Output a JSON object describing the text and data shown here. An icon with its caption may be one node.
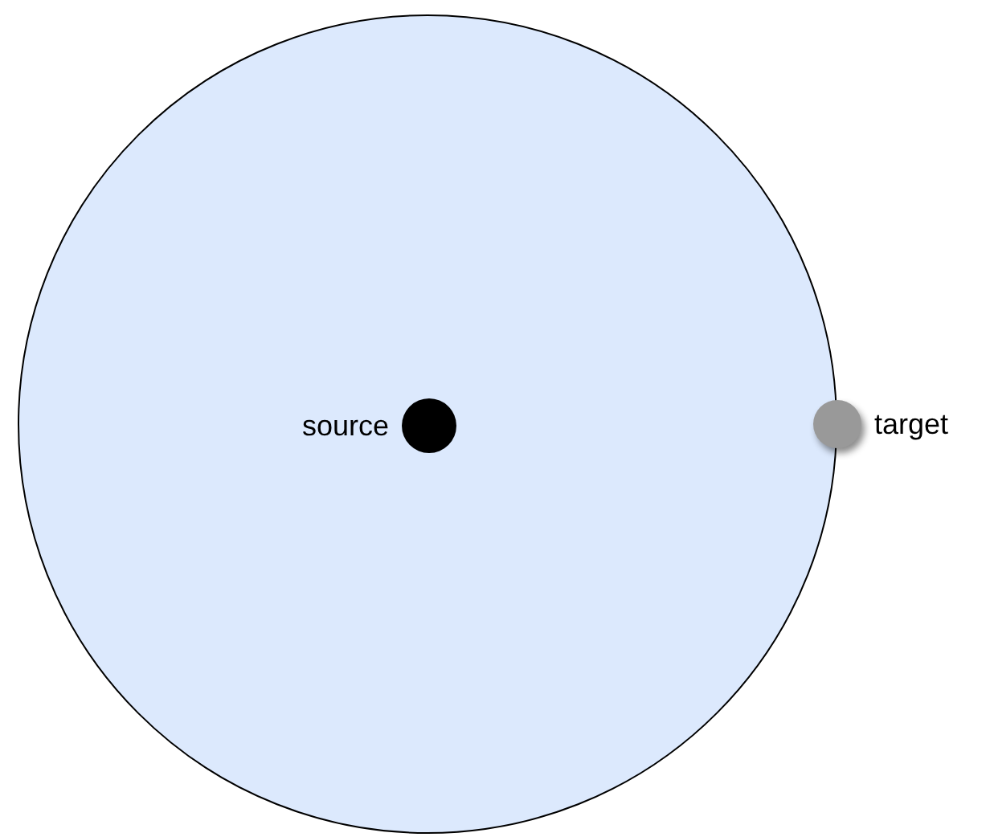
{
  "diagram": {
    "nodes": [
      {
        "text": [],
        "shape": "circle"
      },
      {
        "text": [],
        "shape": "circle",
        "beside": [
          "source"
        ],
        "in": 0
      },
      {
        "text": [],
        "shape": "circle",
        "beside": [
          "target"
        ]
      }
    ]
  }
}
